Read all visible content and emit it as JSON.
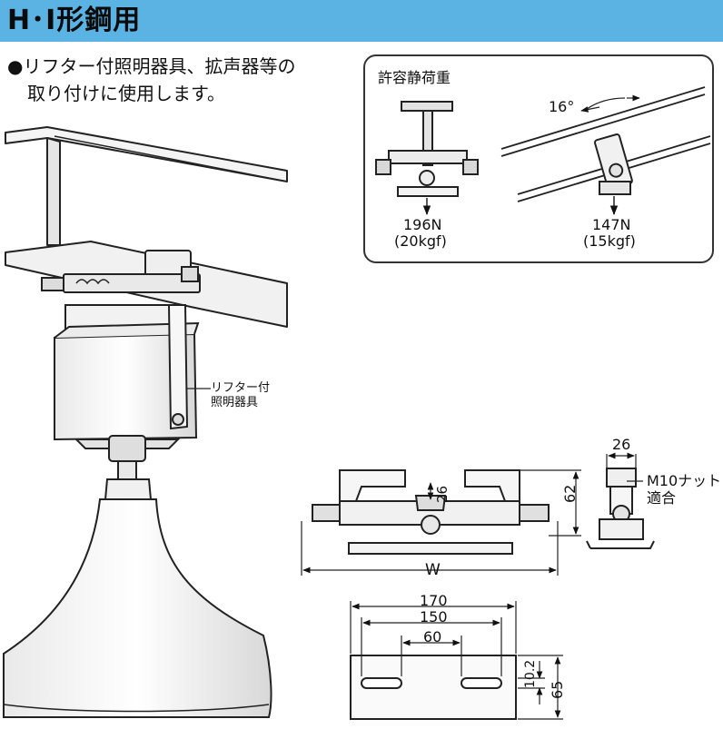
{
  "header": {
    "title": "H･I形鋼用"
  },
  "description": {
    "bullet": "●",
    "line1": "リフター付照明器具、拡声器等の",
    "line2": "取り付けに使用します。"
  },
  "illustration": {
    "label_line1": "リフター付",
    "label_line2": "照明器具"
  },
  "load_panel": {
    "title": "許容静荷重",
    "angle": "16°",
    "left_load_n": "196N",
    "left_load_kgf": "(20kgf)",
    "right_load_n": "147N",
    "right_load_kgf": "(15kgf)"
  },
  "front_view": {
    "dim_height": "62",
    "dim_inner": "26",
    "dim_width": "W"
  },
  "side_view": {
    "dim_width": "26",
    "nut_note_line1": "M10ナット",
    "nut_note_line2": "適合"
  },
  "plate_view": {
    "dim_170": "170",
    "dim_150": "150",
    "dim_60": "60",
    "dim_10_2": "10.2",
    "dim_65": "65"
  }
}
